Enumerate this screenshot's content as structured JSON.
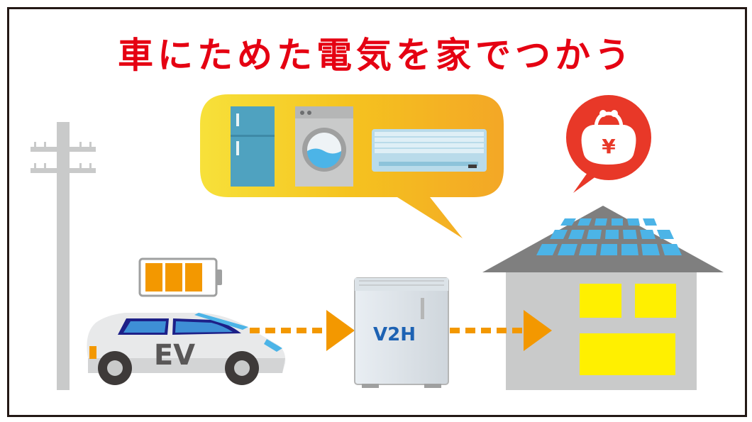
{
  "title": "車にためた電気を家でつかう",
  "labels": {
    "car": "EV",
    "charger": "V2H",
    "currency": "¥"
  },
  "battery": {
    "level": 3,
    "capacity": 3
  },
  "colors": {
    "title": "#e50012",
    "arrow": "#f39800",
    "house_window": "#fff000",
    "solar_panel": "#4cb4e7",
    "roof": "#7f7f7f",
    "wall": "#c9caca",
    "badge": "#e83828",
    "v2h_text": "#1d62b3"
  },
  "icons": [
    "utility-pole-icon",
    "battery-icon",
    "ev-car-icon",
    "v2h-unit-icon",
    "house-icon",
    "refrigerator-icon",
    "washing-machine-icon",
    "air-conditioner-icon",
    "purse-yen-icon"
  ]
}
